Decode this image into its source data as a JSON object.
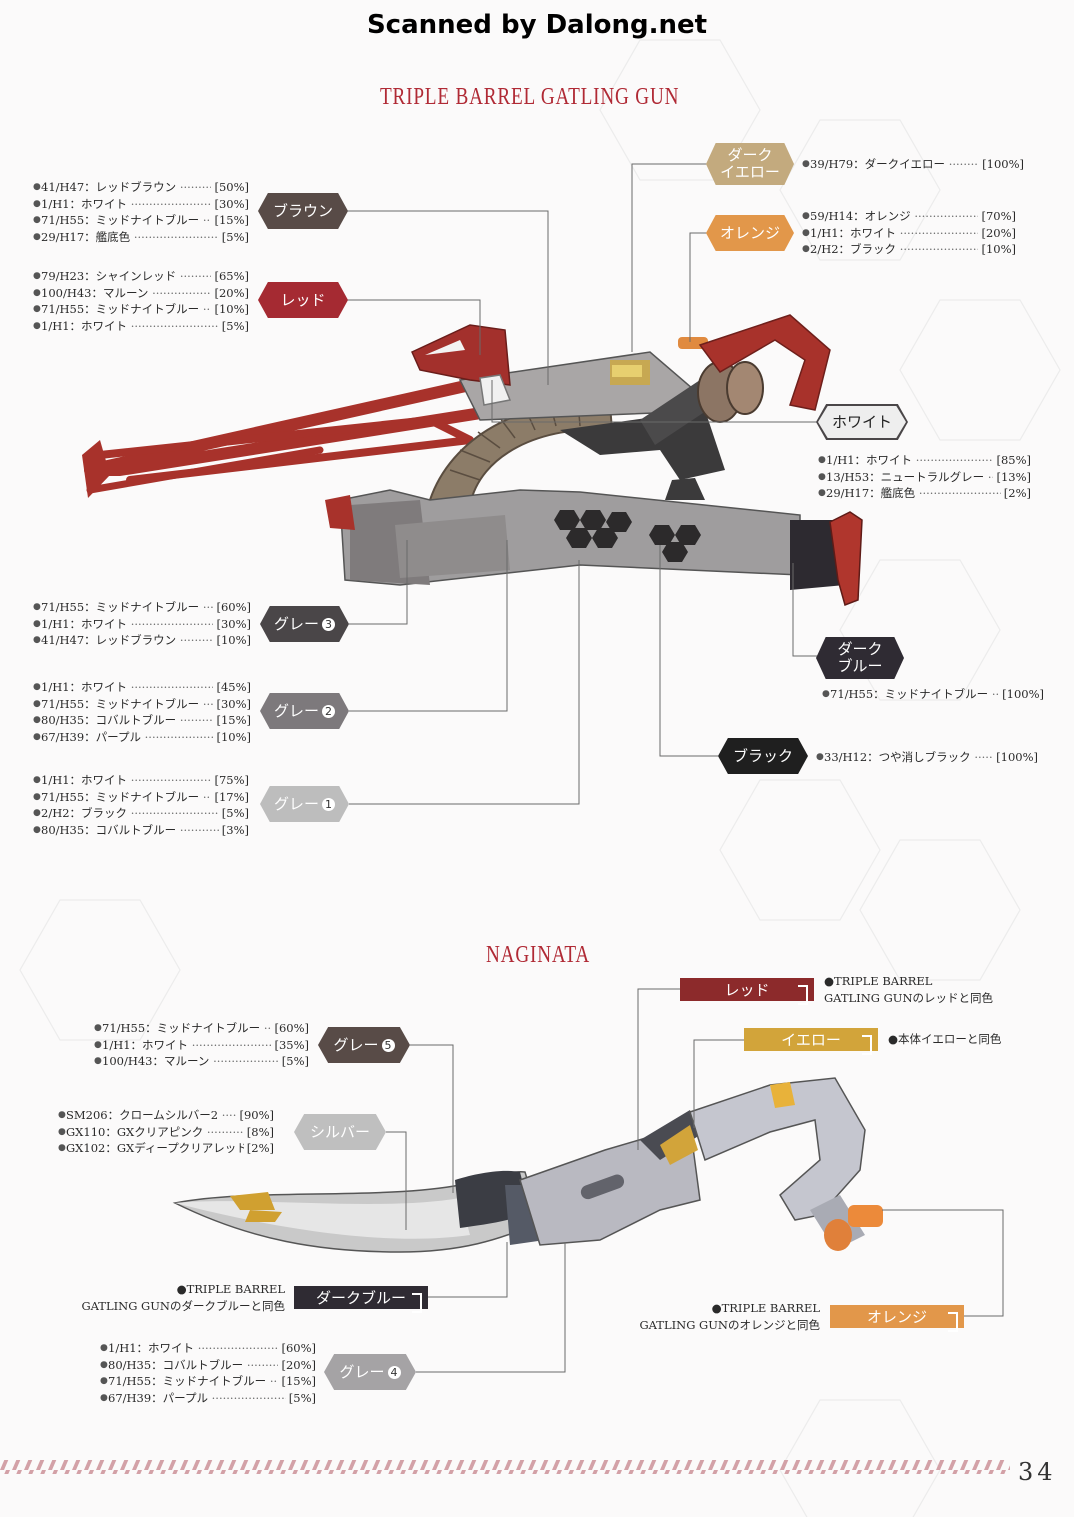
{
  "header": {
    "scan_credit": "Scanned by Dalong.net"
  },
  "colors": {
    "title_red": "#b02a35",
    "brown": "#584b47",
    "red": "#a52a32",
    "dark_yellow": "#c3aa7e",
    "orange": "#e2974a",
    "white_bg": "#eeeeee",
    "dark_grey": "#4a4648",
    "grey_light": "#bdbdbd",
    "silver": "#bfbfbf",
    "dark_blue": "#2f2b33",
    "black": "#1f1f1f",
    "yellow": "#d2a43a"
  },
  "gatling": {
    "title": "TRIPLE BARREL GATLING GUN",
    "parts": {
      "brown": {
        "label": "ブラウン",
        "recipe": [
          {
            "name": "41/H47：レッドブラウン",
            "pct": "[50%]"
          },
          {
            "name": "1/H1：ホワイト",
            "pct": "[30%]"
          },
          {
            "name": "71/H55：ミッドナイトブルー",
            "pct": "[15%]"
          },
          {
            "name": "29/H17：艦底色",
            "pct": "[5%]"
          }
        ]
      },
      "red": {
        "label": "レッド",
        "recipe": [
          {
            "name": "79/H23：シャインレッド",
            "pct": "[65%]"
          },
          {
            "name": "100/H43：マルーン",
            "pct": "[20%]"
          },
          {
            "name": "71/H55：ミッドナイトブルー",
            "pct": "[10%]"
          },
          {
            "name": "1/H1：ホワイト",
            "pct": "[5%]"
          }
        ]
      },
      "dark_yellow": {
        "label_l1": "ダーク",
        "label_l2": "イエロー",
        "recipe": [
          {
            "name": "39/H79：ダークイエロー",
            "pct": "[100%]"
          }
        ]
      },
      "orange": {
        "label": "オレンジ",
        "recipe": [
          {
            "name": "59/H14：オレンジ",
            "pct": "[70%]"
          },
          {
            "name": "1/H1：ホワイト",
            "pct": "[20%]"
          },
          {
            "name": "2/H2：ブラック",
            "pct": "[10%]"
          }
        ]
      },
      "white": {
        "label": "ホワイト",
        "recipe": [
          {
            "name": "1/H1：ホワイト",
            "pct": "[85%]"
          },
          {
            "name": "13/H53：ニュートラルグレー",
            "pct": "[13%]"
          },
          {
            "name": "29/H17：艦底色",
            "pct": "[2%]"
          }
        ]
      },
      "grey3": {
        "label": "グレー",
        "num": "3",
        "recipe": [
          {
            "name": "71/H55：ミッドナイトブルー",
            "pct": "[60%]"
          },
          {
            "name": "1/H1：ホワイト",
            "pct": "[30%]"
          },
          {
            "name": "41/H47：レッドブラウン",
            "pct": "[10%]"
          }
        ]
      },
      "grey2": {
        "label": "グレー",
        "num": "2",
        "recipe": [
          {
            "name": "1/H1：ホワイト",
            "pct": "[45%]"
          },
          {
            "name": "71/H55：ミッドナイトブルー",
            "pct": "[30%]"
          },
          {
            "name": "80/H35：コバルトブルー",
            "pct": "[15%]"
          },
          {
            "name": "67/H39：パープル",
            "pct": "[10%]"
          }
        ]
      },
      "grey1": {
        "label": "グレー",
        "num": "1",
        "recipe": [
          {
            "name": "1/H1：ホワイト",
            "pct": "[75%]"
          },
          {
            "name": "71/H55：ミッドナイトブルー",
            "pct": "[17%]"
          },
          {
            "name": "2/H2：ブラック",
            "pct": "[5%]"
          },
          {
            "name": "80/H35：コバルトブルー",
            "pct": "[3%]"
          }
        ]
      },
      "dark_blue": {
        "label_l1": "ダーク",
        "label_l2": "ブルー",
        "recipe": [
          {
            "name": "71/H55：ミッドナイトブルー",
            "pct": "[100%]"
          }
        ]
      },
      "black": {
        "label": "ブラック",
        "recipe": [
          {
            "name": "33/H12：つや消しブラック",
            "pct": "[100%]"
          }
        ]
      }
    }
  },
  "naginata": {
    "title": "NAGINATA",
    "parts": {
      "red": {
        "label": "レッド",
        "note_l1": "●TRIPLE BARREL",
        "note_l2": "GATLING GUNのレッドと同色"
      },
      "yellow": {
        "label": "イエロー",
        "note": "●本体イエローと同色"
      },
      "grey5": {
        "label": "グレー",
        "num": "5",
        "recipe": [
          {
            "name": "71/H55：ミッドナイトブルー",
            "pct": "[60%]"
          },
          {
            "name": "1/H1：ホワイト",
            "pct": "[35%]"
          },
          {
            "name": "100/H43：マルーン",
            "pct": "[5%]"
          }
        ]
      },
      "silver": {
        "label": "シルバー",
        "recipe": [
          {
            "name": "SM206：クロームシルバー2",
            "pct": "[90%]"
          },
          {
            "name": "GX110：GXクリアピンク",
            "pct": "[8%]"
          },
          {
            "name": "GX102：GXディープクリアレッド",
            "pct": "[2%]"
          }
        ]
      },
      "dark_blue": {
        "label": "ダークブルー",
        "note_l1": "●TRIPLE BARREL",
        "note_l2": "GATLING GUNのダークブルーと同色"
      },
      "orange": {
        "label": "オレンジ",
        "note_l1": "●TRIPLE BARREL",
        "note_l2": "GATLING GUNのオレンジと同色"
      },
      "grey4": {
        "label": "グレー",
        "num": "4",
        "recipe": [
          {
            "name": "1/H1：ホワイト",
            "pct": "[60%]"
          },
          {
            "name": "80/H35：コバルトブルー",
            "pct": "[20%]"
          },
          {
            "name": "71/H55：ミッドナイトブルー",
            "pct": "[15%]"
          },
          {
            "name": "67/H39：パープル",
            "pct": "[5%]"
          }
        ]
      }
    }
  },
  "footer": {
    "page_number": "34"
  }
}
